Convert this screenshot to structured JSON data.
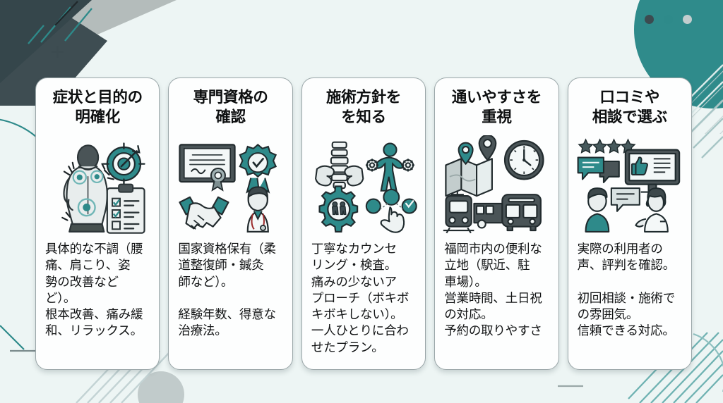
{
  "slide": {
    "background_color": "#f2f8f7",
    "accent_color": "#2e8a8a",
    "dark_color": "#3c4b50",
    "card_border_color": "#9aa6a8"
  },
  "decor": {
    "plus_mark": "+",
    "dots": [
      {
        "name": "dot-dark",
        "color": "#3c4b50"
      },
      {
        "name": "dot-teal",
        "color": "#2e8a8a"
      },
      {
        "name": "dot-gray",
        "color": "#c3cdce"
      }
    ]
  },
  "cards": [
    {
      "id": "symptom-purpose",
      "title": "症状と目的の\n明確化",
      "icon_name": "back-pain-target-checklist-icon",
      "body": "具体的な不調（腰\n痛、肩こり、姿\n勢の改善など\nど）。\n根本改善、痛み緩\n和、リラックス。"
    },
    {
      "id": "qualification",
      "title": "専門資格の\n確認",
      "icon_name": "certificate-badge-handshake-doctor-icon",
      "body": "国家資格保有（柔\n道整復師・鍼灸\n師など）。\n\n経験年数、得意な\n治療法。"
    },
    {
      "id": "treatment-policy",
      "title": "施術方針を\nを知る",
      "icon_name": "spine-hands-gear-options-icon",
      "body": "丁寧なカウンセ\nリング・検査。\n痛みの少ないア\nプローチ（ボキボ\nキボキしない）。\n一人ひとりに合わ\nせたプラン。"
    },
    {
      "id": "accessibility",
      "title": "通いやすさを\n重視",
      "icon_name": "map-clock-train-bus-icon",
      "body": "福岡市内の便利な\n立地（駅近、駐\n車場）。\n営業時間、土日祝\nの対応。\n予約の取りやすさ"
    },
    {
      "id": "reviews",
      "title": "口コミや\n相談で選ぶ",
      "icon_name": "stars-reviews-consultation-icon",
      "body": "実際の利用者の\n声、評判を確認。\n\n初回相談・施術で\nの雰囲気。\n信頼できる対応。"
    }
  ]
}
